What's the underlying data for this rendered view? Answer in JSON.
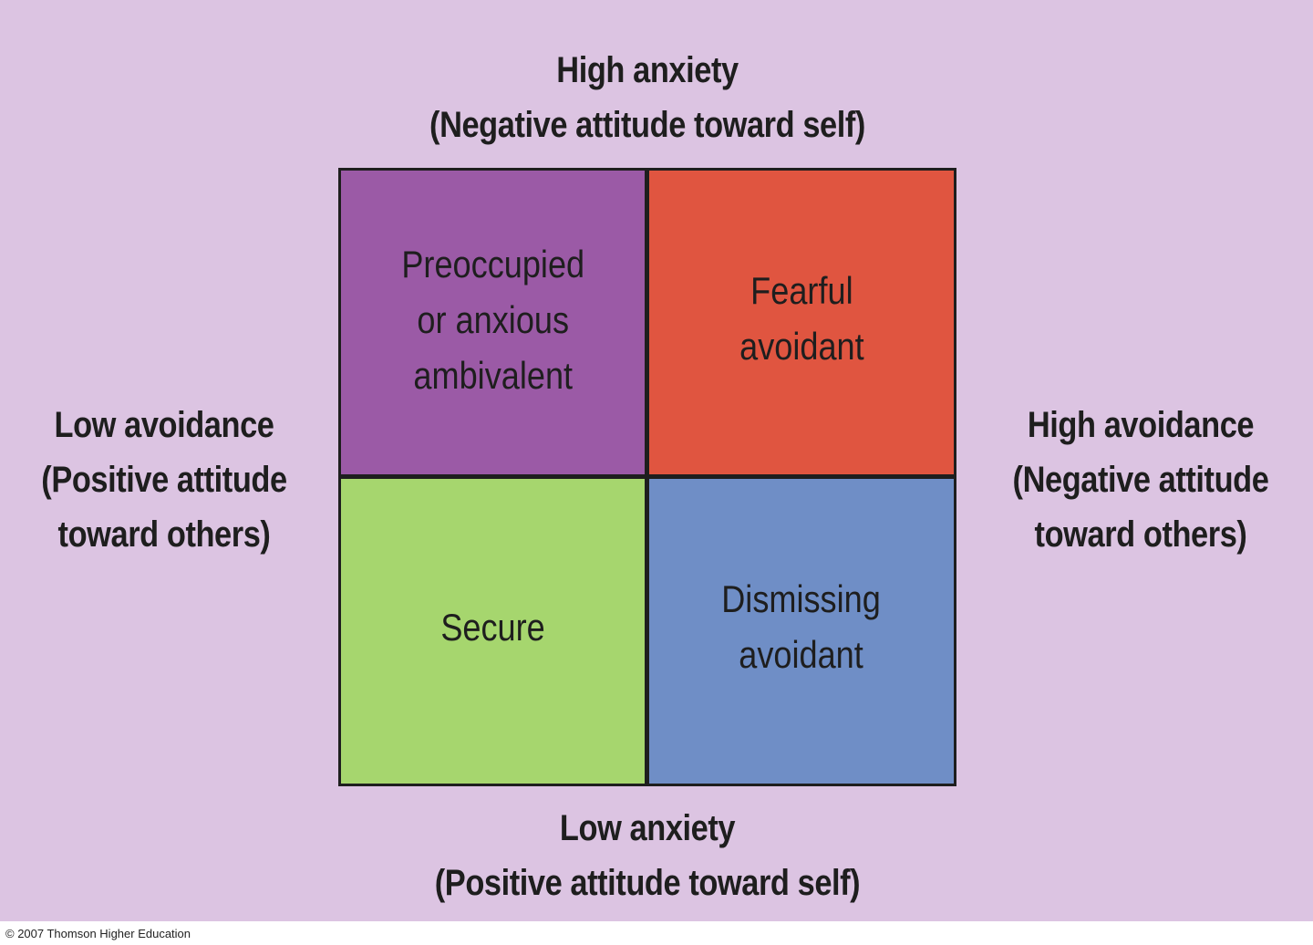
{
  "axes": {
    "top": [
      "High anxiety",
      "(Negative attitude toward self)"
    ],
    "bottom": [
      "Low anxiety",
      "(Positive attitude toward self)"
    ],
    "left": [
      "Low avoidance",
      "(Positive attitude",
      "toward others)"
    ],
    "right": [
      "High avoidance",
      "(Negative attitude",
      "toward others)"
    ]
  },
  "quadrants": {
    "top_left": {
      "lines": [
        "Preoccupied",
        "or anxious",
        "ambivalent"
      ],
      "color": "#9b5aa6"
    },
    "top_right": {
      "lines": [
        "Fearful",
        "avoidant"
      ],
      "color": "#e05540"
    },
    "bottom_left": {
      "lines": [
        "Secure"
      ],
      "color": "#a6d66e"
    },
    "bottom_right": {
      "lines": [
        "Dismissing",
        "avoidant"
      ],
      "color": "#6f8ec6"
    }
  },
  "footer": {
    "copyright": "© 2007 Thomson Higher Education"
  }
}
